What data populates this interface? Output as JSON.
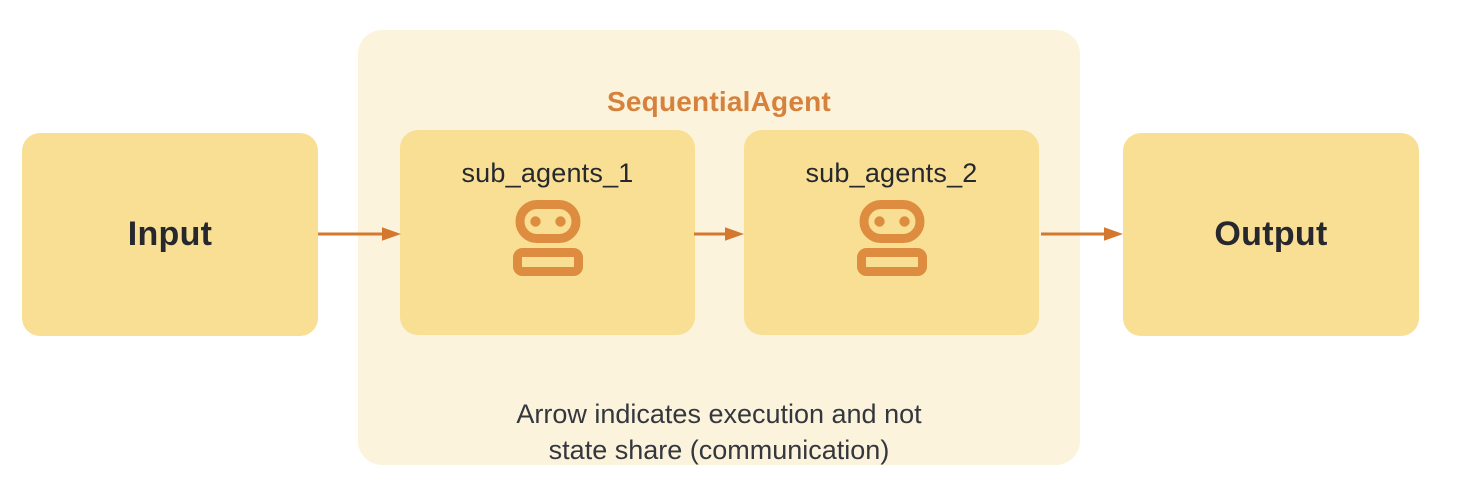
{
  "diagram": {
    "title": "SequentialAgent",
    "nodes": {
      "input": "Input",
      "output": "Output"
    },
    "sub_agents": [
      {
        "label": "sub_agents_1",
        "icon": "robot-icon"
      },
      {
        "label": "sub_agents_2",
        "icon": "robot-icon"
      }
    ],
    "note": {
      "line1": "Arrow indicates execution and not",
      "line2": "state share (communication)"
    },
    "arrows": [
      {
        "from": "input",
        "to": "sub_agents_1"
      },
      {
        "from": "sub_agents_1",
        "to": "sub_agents_2"
      },
      {
        "from": "sub_agents_2",
        "to": "output"
      }
    ],
    "colors": {
      "box_fill": "#F8DF94",
      "container_fill": "#FBF3DC",
      "accent_orange": "#D6813C",
      "icon_orange": "#DE8C3F",
      "arrow_orange": "#D4772F",
      "text_dark": "#26282E",
      "text_note": "#34373D"
    }
  }
}
